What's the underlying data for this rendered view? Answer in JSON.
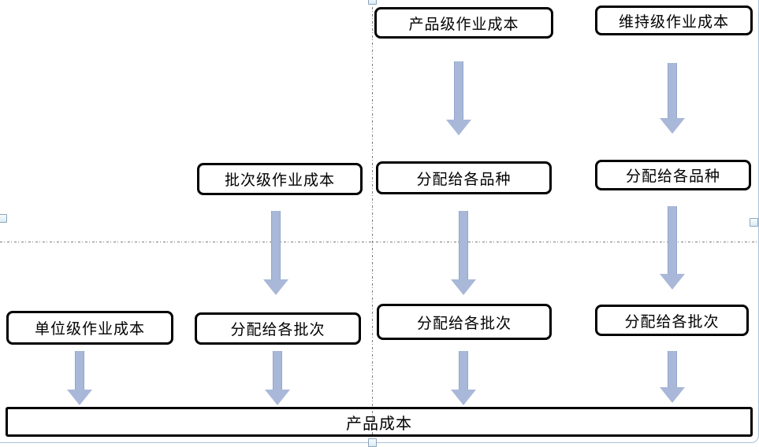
{
  "diagram": {
    "boxes": {
      "product_level": {
        "label": "产品级作业成本"
      },
      "sustaining_level": {
        "label": "维持级作业成本"
      },
      "batch_level": {
        "label": "批次级作业成本"
      },
      "allocate_varieties_center": {
        "label": "分配给各品种"
      },
      "allocate_varieties_right": {
        "label": "分配给各品种"
      },
      "unit_level": {
        "label": "单位级作业成本"
      },
      "allocate_batches_col2": {
        "label": "分配给各批次"
      },
      "allocate_batches_col3": {
        "label": "分配给各批次"
      },
      "allocate_batches_col4": {
        "label": "分配给各批次"
      },
      "product_cost": {
        "label": "产品成本"
      }
    },
    "colors": {
      "box_border": "#000000",
      "arrow_fill": "#a9b8d8",
      "arrow_edge": "#93a7cb",
      "guide_line": "#7c7c7c",
      "selection_line": "#a9c2d8"
    }
  }
}
